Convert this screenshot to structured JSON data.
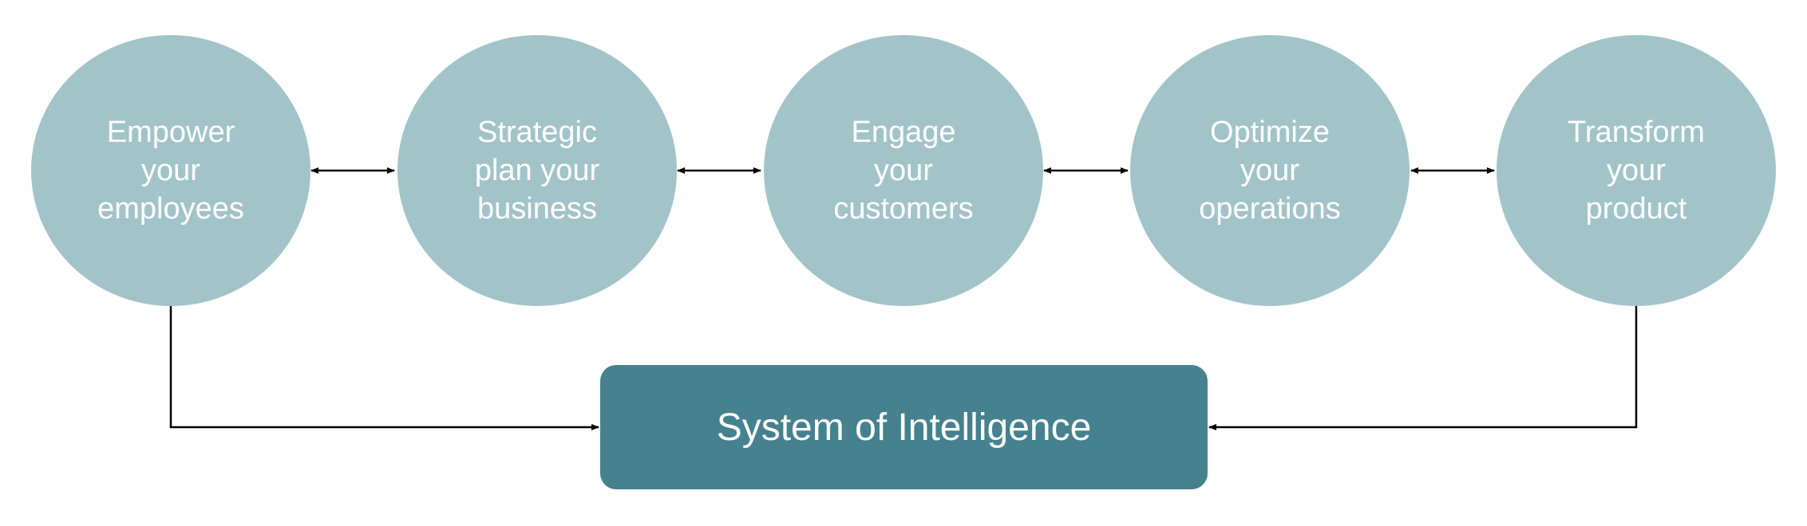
{
  "colors": {
    "node_fill": "#a2c4c9",
    "center_fill": "#45818e",
    "connector": "#000000",
    "text": "#ffffff"
  },
  "nodes": [
    {
      "label": "Empower\nyour\nemployees"
    },
    {
      "label": "Strategic\nplan your\nbusiness"
    },
    {
      "label": "Engage\nyour\ncustomers"
    },
    {
      "label": "Optimize\nyour\noperations"
    },
    {
      "label": "Transform\nyour\nproduct"
    }
  ],
  "center": {
    "label": "System of Intelligence"
  },
  "edges": [
    {
      "from": 0,
      "to": 1,
      "type": "bidirectional"
    },
    {
      "from": 1,
      "to": 2,
      "type": "bidirectional"
    },
    {
      "from": 2,
      "to": 3,
      "type": "bidirectional"
    },
    {
      "from": 3,
      "to": 4,
      "type": "bidirectional"
    },
    {
      "from": 0,
      "to": "center",
      "type": "directed"
    },
    {
      "from": 4,
      "to": "center",
      "type": "directed"
    }
  ]
}
